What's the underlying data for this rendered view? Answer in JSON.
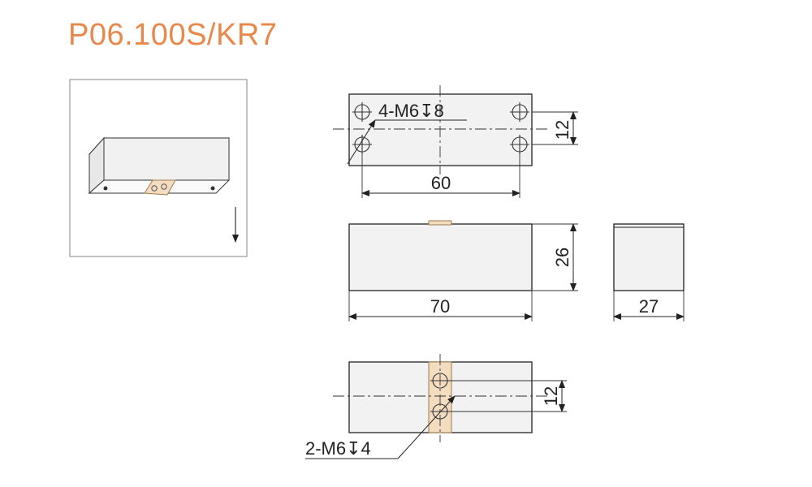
{
  "title": "P06.100S/KR7",
  "dimensions": {
    "top_holes": "4-M6↧8",
    "top_hole_spacing": "12",
    "top_width": "60",
    "front_height": "26",
    "front_length": "70",
    "side_width": "27",
    "bottom_hole_spacing": "12",
    "bottom_holes": "2-M6↧4"
  },
  "colors": {
    "title": "#e8894b",
    "insert": "#f3dcc0",
    "body_fill": "#f2f2f2",
    "line": "#222222"
  }
}
